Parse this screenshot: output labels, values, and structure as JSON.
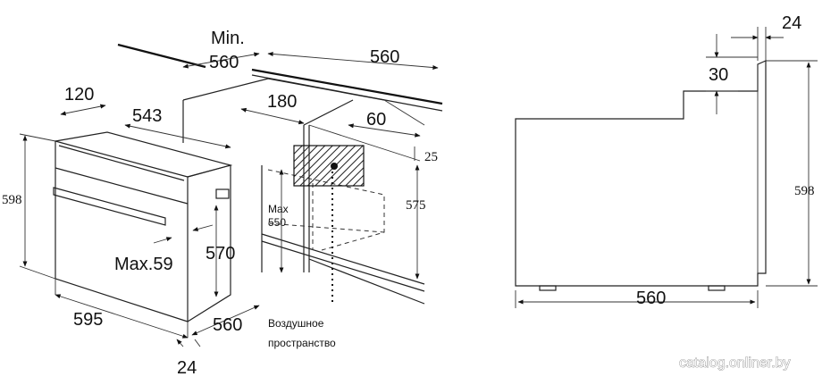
{
  "left_diagram": {
    "min_label": "Min.",
    "min_value": "560",
    "cabinet_width": "560",
    "depth_120": "120",
    "depth_543": "543",
    "niche_180": "180",
    "niche_60": "60",
    "niche_25": "25",
    "height_575": "575",
    "max_label": "Max",
    "max_value": "550",
    "height_598": "598",
    "height_570": "570",
    "max_59": "Max.59",
    "width_595": "595",
    "depth_560": "560",
    "thickness_24": "24",
    "air_label_line1": "Воздушное",
    "air_label_line2": "пространство"
  },
  "right_diagram": {
    "top_24": "24",
    "step_30": "30",
    "height_598": "598",
    "depth_560": "560"
  },
  "watermark": "catalog.onliner.by"
}
